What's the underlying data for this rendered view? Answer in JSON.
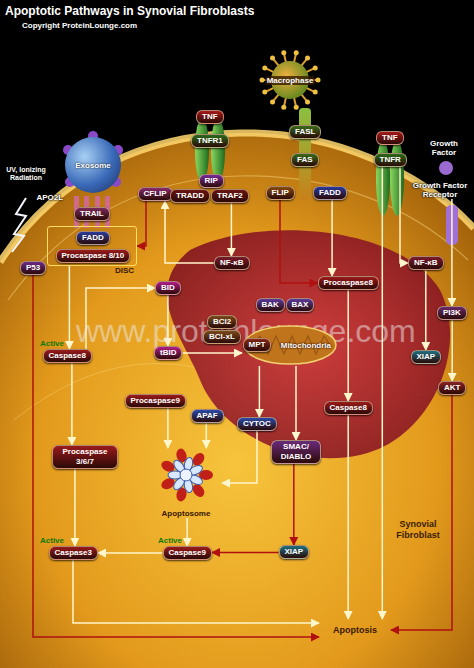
{
  "diagram": {
    "title": "Apoptotic Pathways in Synovial Fibroblasts",
    "nodes": [
      {
        "text": [
          "Exosome"
        ]
      },
      {
        "text": [
          "APO2L"
        ]
      },
      {
        "text": [
          "TRAIL"
        ]
      },
      {
        "text": [
          "P53"
        ]
      },
      {
        "text": [
          "CFLIP"
        ]
      },
      {
        "text": [
          "DISC"
        ]
      },
      {
        "text": [
          "FADD"
        ],
        "in": 5
      },
      {
        "text": [
          "Procaspase 8/10"
        ],
        "in": 5
      },
      {
        "text": [
          "TNF"
        ]
      },
      {
        "text": [
          "TNFR1"
        ]
      },
      {
        "text": [
          "RIP"
        ]
      },
      {
        "text": [
          "TRADD"
        ]
      },
      {
        "text": [
          "TRAF2"
        ]
      },
      {
        "text": [
          "Macrophase"
        ]
      },
      {
        "text": [
          "FASL"
        ]
      },
      {
        "text": [
          "FAS"
        ]
      },
      {
        "text": [
          "FLIP"
        ]
      },
      {
        "text": [
          "FADD"
        ]
      },
      {
        "text": [
          "TNF"
        ]
      },
      {
        "text": [
          "TNFR"
        ]
      },
      {
        "text": [
          "Growth Factor"
        ]
      },
      {
        "text": [
          "Growth Factor Receptor"
        ]
      },
      {
        "text": [
          "NF-κB"
        ]
      },
      {
        "text": [
          "BID"
        ]
      },
      {
        "text": [
          "BAK"
        ]
      },
      {
        "text": [
          "BAX"
        ]
      },
      {
        "text": [
          "Procaspase8"
        ]
      },
      {
        "text": [
          "NF-κB"
        ]
      },
      {
        "text": [
          "PI3K"
        ]
      },
      {
        "text": [
          "Mitochondria"
        ]
      },
      {
        "text": [
          "MPT"
        ],
        "in": 29
      },
      {
        "text": [
          "BCl2"
        ]
      },
      {
        "text": [
          "BCl-xL"
        ]
      },
      {
        "text": [
          "Caspase8"
        ]
      },
      {
        "text": [
          "tBID"
        ]
      },
      {
        "text": [
          "XIAP"
        ]
      },
      {
        "text": [
          "AKT"
        ]
      },
      {
        "text": [
          "Procaspase9"
        ]
      },
      {
        "text": [
          "APAF"
        ]
      },
      {
        "text": [
          "CYTOC"
        ]
      },
      {
        "text": [
          "Caspase8"
        ]
      },
      {
        "text": [
          "SMAC/ DIABLO"
        ]
      },
      {
        "text": [
          "Procaspase 3/6/7"
        ]
      },
      {
        "text": [
          "Apoptosome"
        ]
      },
      {
        "text": [
          "Caspase3"
        ]
      },
      {
        "text": [
          "Caspase9"
        ]
      },
      {
        "text": [
          "XIAP"
        ]
      },
      {
        "text": [
          "Apoptosis"
        ]
      }
    ],
    "edges": [
      {
        "from": 5,
        "to": 33,
        "arrow": "to"
      },
      {
        "from": 4,
        "to": 5,
        "arrow": "to"
      },
      {
        "from": 22,
        "to": 4,
        "arrow": "to"
      },
      {
        "from": 12,
        "to": 22,
        "arrow": "to"
      },
      {
        "from": 33,
        "to": 23,
        "arrow": "to"
      },
      {
        "from": 23,
        "to": 34,
        "arrow": "to"
      },
      {
        "from": 34,
        "to": 29,
        "arrow": "to"
      },
      {
        "from": 33,
        "to": 42,
        "arrow": "to"
      },
      {
        "from": 42,
        "to": 44,
        "arrow": "to"
      },
      {
        "from": 37,
        "to": 43,
        "arrow": "to"
      },
      {
        "from": 38,
        "to": 43,
        "arrow": "to"
      },
      {
        "from": 39,
        "to": 43,
        "arrow": "to"
      },
      {
        "from": 29,
        "to": 39,
        "arrow": "to"
      },
      {
        "from": 29,
        "to": 41,
        "arrow": "to"
      },
      {
        "from": 43,
        "to": 45,
        "arrow": "to"
      },
      {
        "from": 45,
        "to": 44,
        "arrow": "to"
      },
      {
        "from": 41,
        "to": 46,
        "arrow": "to"
      },
      {
        "from": 46,
        "to": 45,
        "arrow": "to"
      },
      {
        "from": 16,
        "to": 26,
        "arrow": "to"
      },
      {
        "from": 17,
        "to": 26,
        "arrow": "to"
      },
      {
        "from": 26,
        "to": 40,
        "arrow": "to"
      },
      {
        "from": 40,
        "to": 47,
        "arrow": "to"
      },
      {
        "from": 19,
        "to": 27,
        "arrow": "to"
      },
      {
        "from": 27,
        "to": 35,
        "arrow": "to"
      },
      {
        "from": 19,
        "to": 47,
        "arrow": "to"
      },
      {
        "from": 21,
        "to": 28,
        "arrow": "to"
      },
      {
        "from": 28,
        "to": 36,
        "arrow": "to"
      },
      {
        "from": 36,
        "to": 47,
        "arrow": "to"
      },
      {
        "from": 3,
        "to": 47,
        "arrow": "to"
      },
      {
        "from": 44,
        "to": 47,
        "arrow": "to"
      }
    ],
    "labels": [
      "Copyright ProteinLounge.com",
      "UV, Ionizing Radiation",
      "www.proteinlounge.com",
      "Active",
      "Active",
      "Active",
      "Synovial Fibroblast"
    ]
  }
}
